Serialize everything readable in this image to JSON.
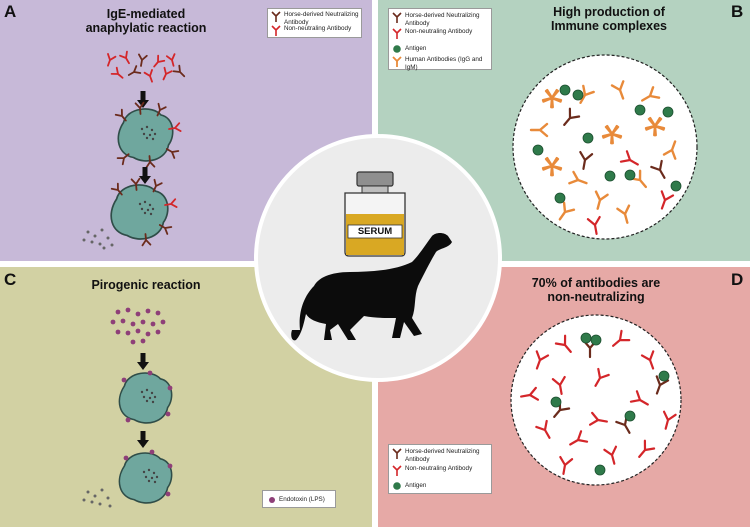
{
  "panels": {
    "a": {
      "letter": "A",
      "title_line1": "IgE-mediated",
      "title_line2": "anaphylatic reaction",
      "legend": [
        "Horse-derived Neutralizing Antibody",
        "Non-neutraling Antibody"
      ]
    },
    "b": {
      "letter": "B",
      "title_line1": "High production  of",
      "title_line2": "Immune complexes",
      "legend": [
        "Horse-derived Neutralizing Antibody",
        "Non-neutraling Antibody",
        "Antigen",
        "Human Antibodies (IgG and IgM)"
      ]
    },
    "c": {
      "letter": "C",
      "title": "Pirogenic reaction",
      "legend": [
        "Endotoxin (LPS)"
      ]
    },
    "d": {
      "letter": "D",
      "title_line1": "70% of antibodies are",
      "title_line2": "non-neutralizing",
      "legend": [
        "Horse-derived Neutralizing Antibody",
        "Non-neutraling Antibody",
        "Antigen"
      ]
    }
  },
  "center": {
    "vial_label": "SERUM"
  },
  "colors": {
    "panel_a": "#c7b9d8",
    "panel_b": "#b4d2c0",
    "panel_c": "#d2d1a3",
    "panel_d": "#e6a9a6",
    "neutralizing_antibody": "#6b2b1c",
    "non_neutralizing_antibody": "#d4262a",
    "human_antibody": "#e88a3a",
    "antigen": "#2f7a4a",
    "endotoxin": "#8e3f78",
    "cell": "#6fa79e"
  }
}
